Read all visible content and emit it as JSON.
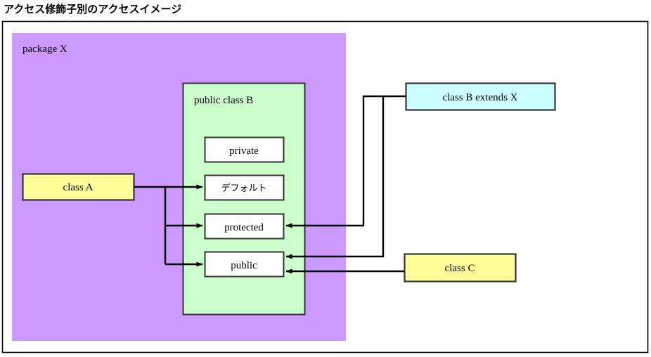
{
  "title": "アクセス修飾子別のアクセスイメージ",
  "colors": {
    "package_fill": "#CC99FF",
    "class_fill": "#CCFFCC",
    "member_fill": "#FFFFFF",
    "external_class_fill": "#FFFF99",
    "subclass_fill": "#CCFFFF",
    "stroke": "#333333",
    "arrow": "#000000",
    "frame_border": "#000000",
    "background": "#FFFFFF"
  },
  "frame": {
    "name": "diagram-frame"
  },
  "package": {
    "label": "package X"
  },
  "class_box": {
    "label": "public class B"
  },
  "members": [
    {
      "id": "private",
      "label": "private",
      "script": "latin"
    },
    {
      "id": "default",
      "label": "デフォルト",
      "script": "jp"
    },
    {
      "id": "protected",
      "label": "protected",
      "script": "latin"
    },
    {
      "id": "public",
      "label": "public",
      "script": "latin"
    }
  ],
  "external": {
    "class_a": "class A",
    "class_b_extends_x": "class B extends X",
    "class_c": "class C"
  },
  "relations": [
    {
      "from": "class A",
      "to": "デフォルト"
    },
    {
      "from": "class A",
      "to": "protected"
    },
    {
      "from": "class A",
      "to": "public"
    },
    {
      "from": "class B extends X",
      "to": "protected"
    },
    {
      "from": "class B extends X",
      "to": "public"
    },
    {
      "from": "class C",
      "to": "public"
    }
  ]
}
